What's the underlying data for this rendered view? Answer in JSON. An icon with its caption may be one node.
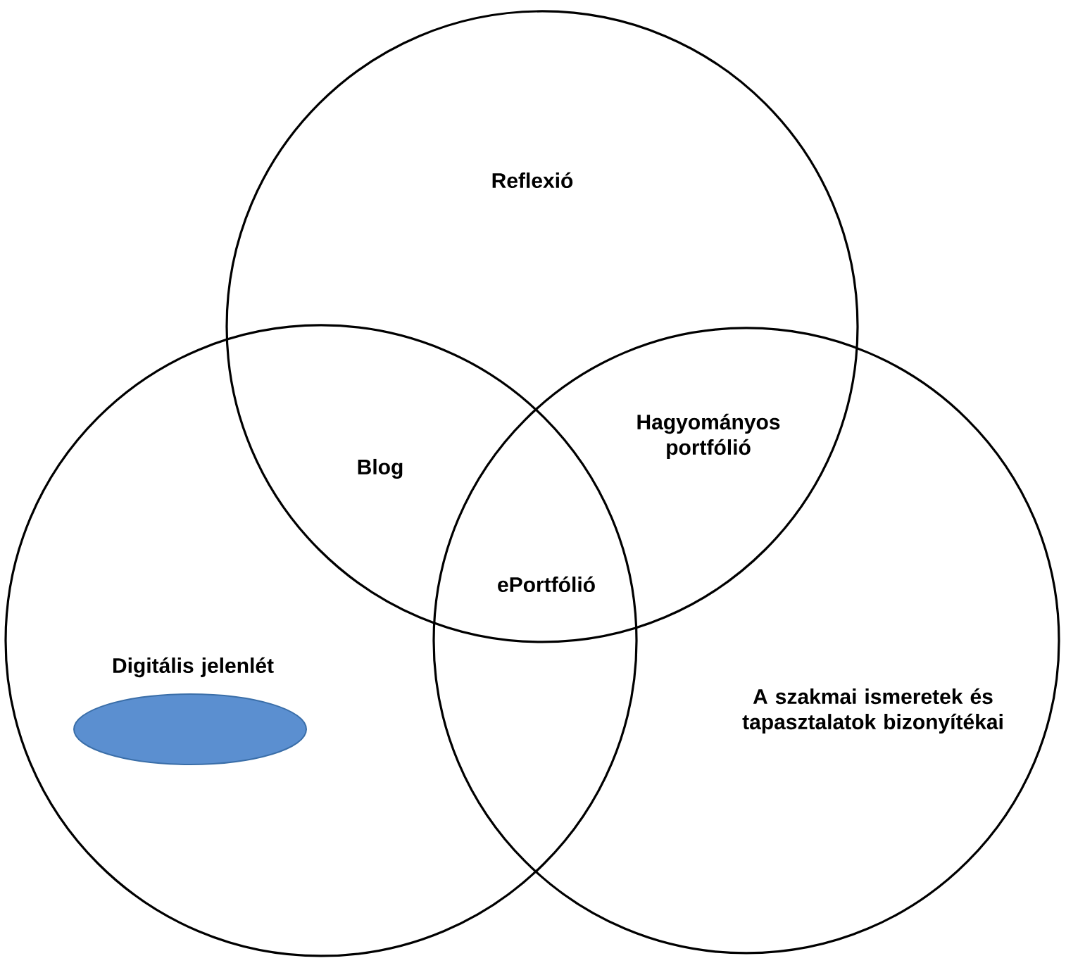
{
  "diagram": {
    "nodes": [
      {
        "text": [
          "Reflexió"
        ]
      },
      {
        "text": [
          "Digitális jelenlét"
        ]
      },
      {
        "text": [
          "A szakmai ismeretek és tapasztalatok bizonyítékai"
        ]
      },
      {
        "text": [],
        "shape": "ellipse",
        "in": 1
      }
    ],
    "labels": [
      "Blog",
      "Hagyományos portfólió",
      "ePortfólió"
    ]
  }
}
